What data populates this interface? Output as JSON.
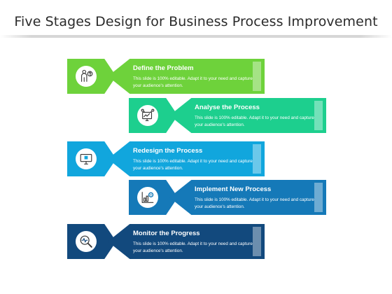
{
  "title": "Five Stages Design for Business Process Improvement",
  "stages": [
    {
      "title": "Define the Problem",
      "description": "This slide is 100% editable. Adapt it to your need and capture your audience's attention.",
      "icon": "person-question-icon",
      "color": "#6ed23b"
    },
    {
      "title": "Analyse the Process",
      "description": "This slide is 100% editable. Adapt it to your need and capture your audience's attention.",
      "icon": "monitor-analysis-icon",
      "color": "#1dcf8e"
    },
    {
      "title": "Redesign the Process",
      "description": "This slide is 100% editable. Adapt it to your need and capture your audience's attention.",
      "icon": "monitor-design-icon",
      "color": "#11a6dd"
    },
    {
      "title": "Implement New Process",
      "description": "This slide is 100% editable. Adapt it to your need and capture your audience's attention.",
      "icon": "gear-chart-icon",
      "color": "#1579b8"
    },
    {
      "title": "Monitor the Progress",
      "description": "This slide is 100% editable. Adapt it to your need and capture your audience's attention.",
      "icon": "magnifier-pulse-icon",
      "color": "#12497d"
    }
  ]
}
